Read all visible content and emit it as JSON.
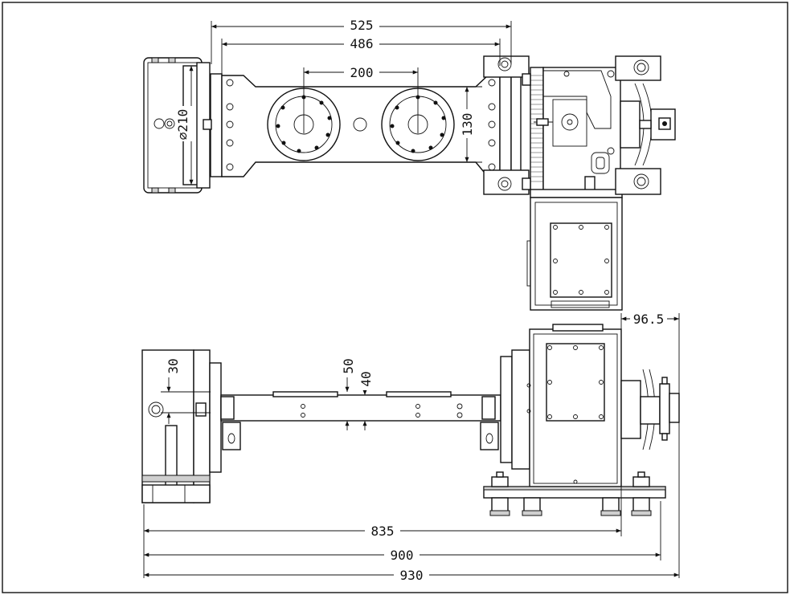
{
  "colors": {
    "line": "#111111",
    "background": "#ffffff",
    "fill_gray": "#cfcfcf"
  },
  "dimensions": {
    "top_overall": "525",
    "top_inner": "486",
    "top_center_spacing": "200",
    "top_height": "130",
    "top_diameter": "⌀210",
    "side_offset": "96.5",
    "side_left_height": "30",
    "side_mid_a": "50",
    "side_mid_b": "40",
    "bottom_835": "835",
    "bottom_900": "900",
    "bottom_930": "930"
  }
}
